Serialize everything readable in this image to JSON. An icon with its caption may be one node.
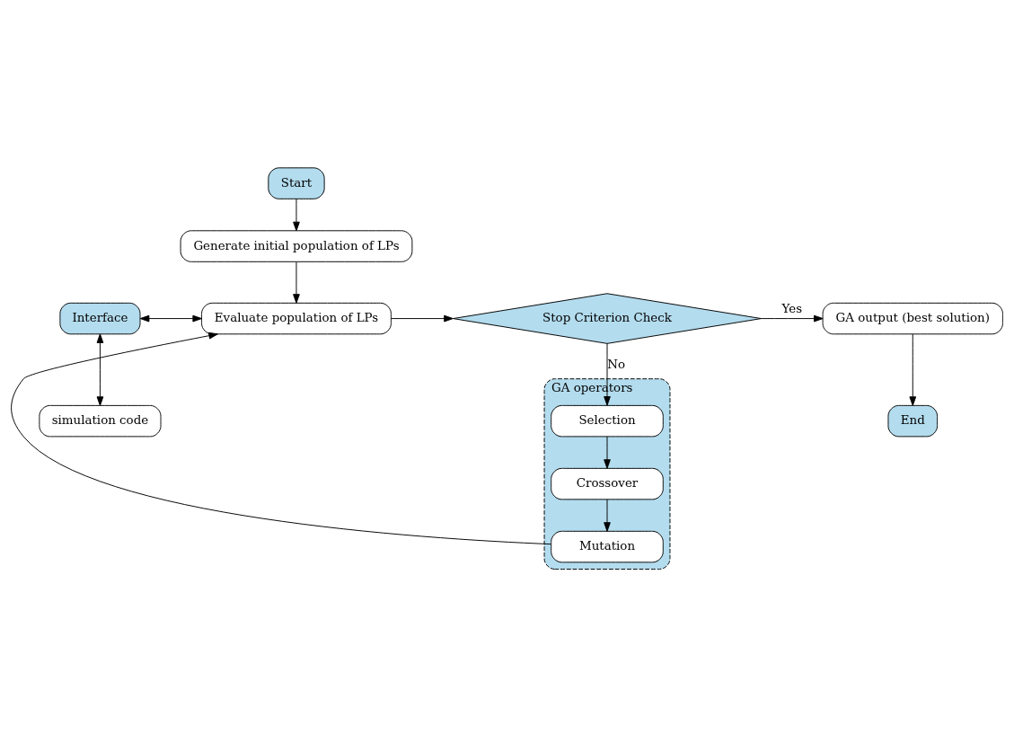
{
  "diagram": {
    "nodes": [
      {
        "text": [
          "Start"
        ]
      },
      {
        "text": [
          "Generate initial population of LPs"
        ]
      },
      {
        "text": [
          "Interface"
        ]
      },
      {
        "text": [
          "Evaluate population of LPs"
        ]
      },
      {
        "text": [
          "Stop Criterion Check"
        ]
      },
      {
        "text": [
          "GA output (best solution)"
        ]
      },
      {
        "text": [
          "simulation code"
        ]
      },
      {
        "text": [
          "End"
        ]
      },
      {
        "text": [
          "GA operators"
        ]
      },
      {
        "text": [
          "Selection"
        ],
        "in": 8
      },
      {
        "text": [
          "Crossover"
        ],
        "in": 8
      },
      {
        "text": [
          "Mutation"
        ],
        "in": 8
      }
    ],
    "edges": [
      {
        "from": 0,
        "to": 1,
        "arrow": "to"
      },
      {
        "from": 1,
        "to": 3,
        "arrow": "to"
      },
      {
        "from": 2,
        "to": 3,
        "arrow": "both"
      },
      {
        "from": 2,
        "to": 6,
        "arrow": "both"
      },
      {
        "from": 3,
        "to": 4,
        "arrow": "to"
      },
      {
        "from": 4,
        "to": 5,
        "arrow": "to",
        "label": "Yes"
      },
      {
        "from": 5,
        "to": 7,
        "arrow": "to"
      },
      {
        "from": 4,
        "to": 9,
        "arrow": "to",
        "label": "No"
      },
      {
        "from": 9,
        "to": 10,
        "arrow": "to"
      },
      {
        "from": 10,
        "to": 11,
        "arrow": "to"
      },
      {
        "from": 11,
        "to": 3,
        "arrow": "to"
      }
    ]
  }
}
